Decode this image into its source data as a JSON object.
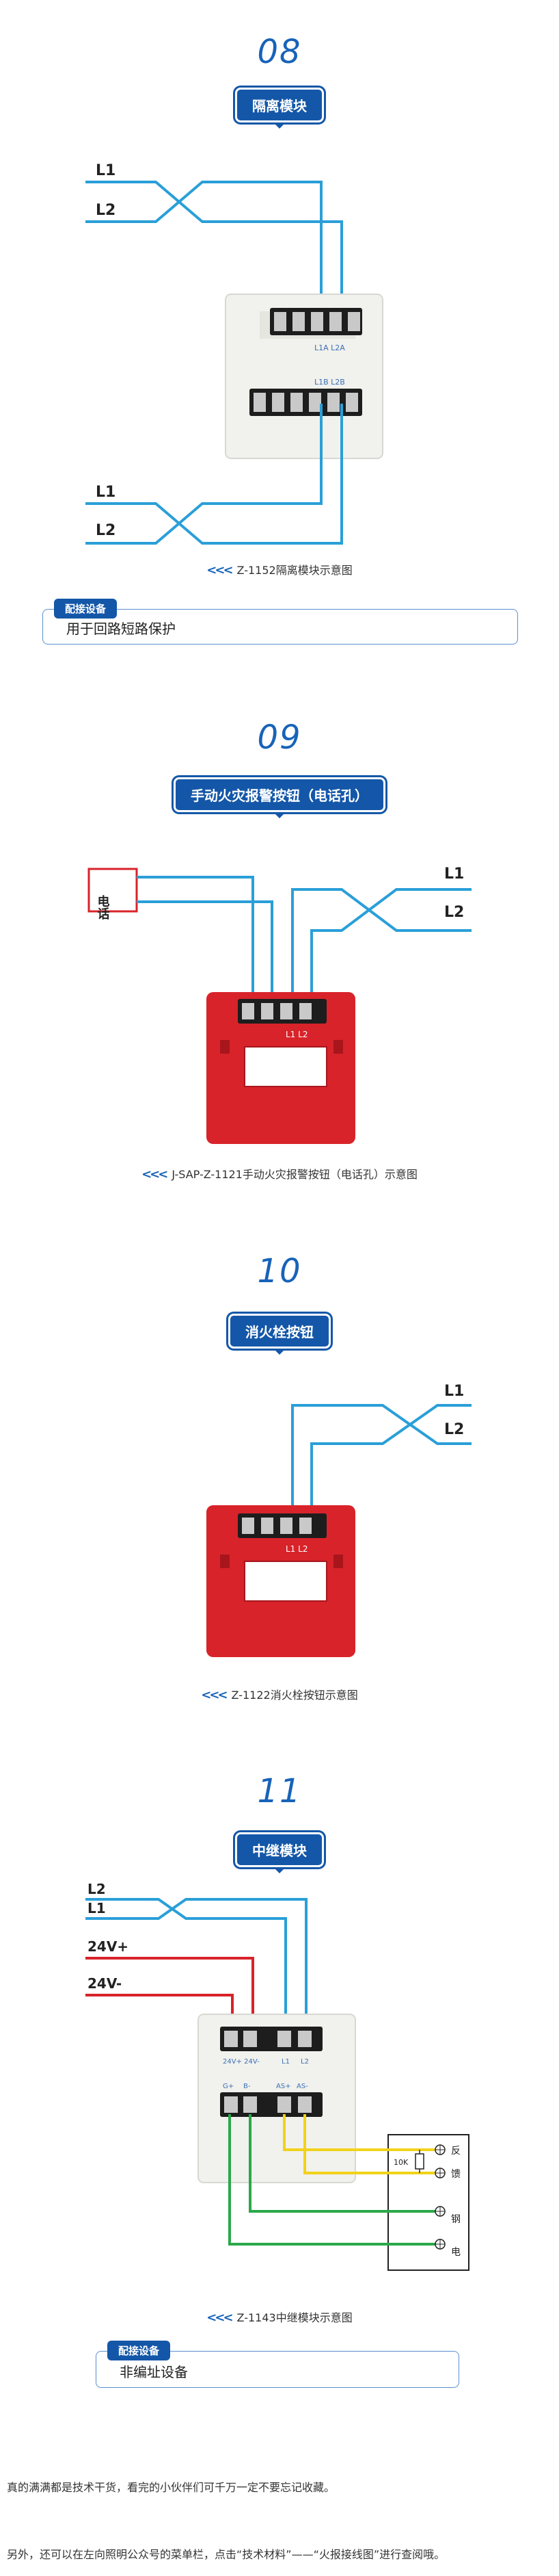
{
  "sections": [
    {
      "number": "08",
      "title": "隔离模块",
      "caption": "Z-1152隔离模块示意图",
      "wire_labels": [
        "L1",
        "L2",
        "L1",
        "L2"
      ],
      "terminal_labels": [
        "L1A L2A",
        "L1B L2B"
      ],
      "info_tag": "配接设备",
      "info_text": "用于回路短路保护"
    },
    {
      "number": "09",
      "title": "手动火灾报警按钮（电话孔）",
      "caption": "J-SAP-Z-1121手动火灾报警按钮（电话孔）示意图",
      "wire_labels": [
        "L1",
        "L2"
      ],
      "phone_label": "电话",
      "terminal_labels": [
        "L1 L2"
      ]
    },
    {
      "number": "10",
      "title": "消火栓按钮",
      "caption": "Z-1122消火栓按钮示意图",
      "wire_labels": [
        "L1",
        "L2"
      ],
      "terminal_labels": [
        "L1 L2"
      ]
    },
    {
      "number": "11",
      "title": "中继模块",
      "caption": "Z-1143中继模块示意图",
      "wire_labels": [
        "L2",
        "L1",
        "24V+",
        "24V-"
      ],
      "terminal_labels": [
        "24V+ 24V-",
        "L1",
        "L2"
      ],
      "bottom_terminal_labels": [
        "G+",
        "B-",
        "AS+",
        "AS-"
      ],
      "device_labels": [
        "反",
        "馈",
        "10K",
        "钢",
        "电"
      ],
      "info_tag": "配接设备",
      "info_text": "非编址设备"
    }
  ],
  "footer": [
    "真的满满都是技术干货，看完的小伙伴们可千万一定不要忘记收藏。",
    "另外，还可以在左向照明公众号的菜单栏，点击“技术材料”——“火报接线图”进行查阅哦。"
  ],
  "colors": {
    "accent": "#1457a8",
    "wire_blue": "#2a9fd8",
    "wire_red": "#d8232a",
    "wire_yellow": "#f2d21a",
    "wire_green": "#2aa84a",
    "panel_red": "#d8232a"
  }
}
